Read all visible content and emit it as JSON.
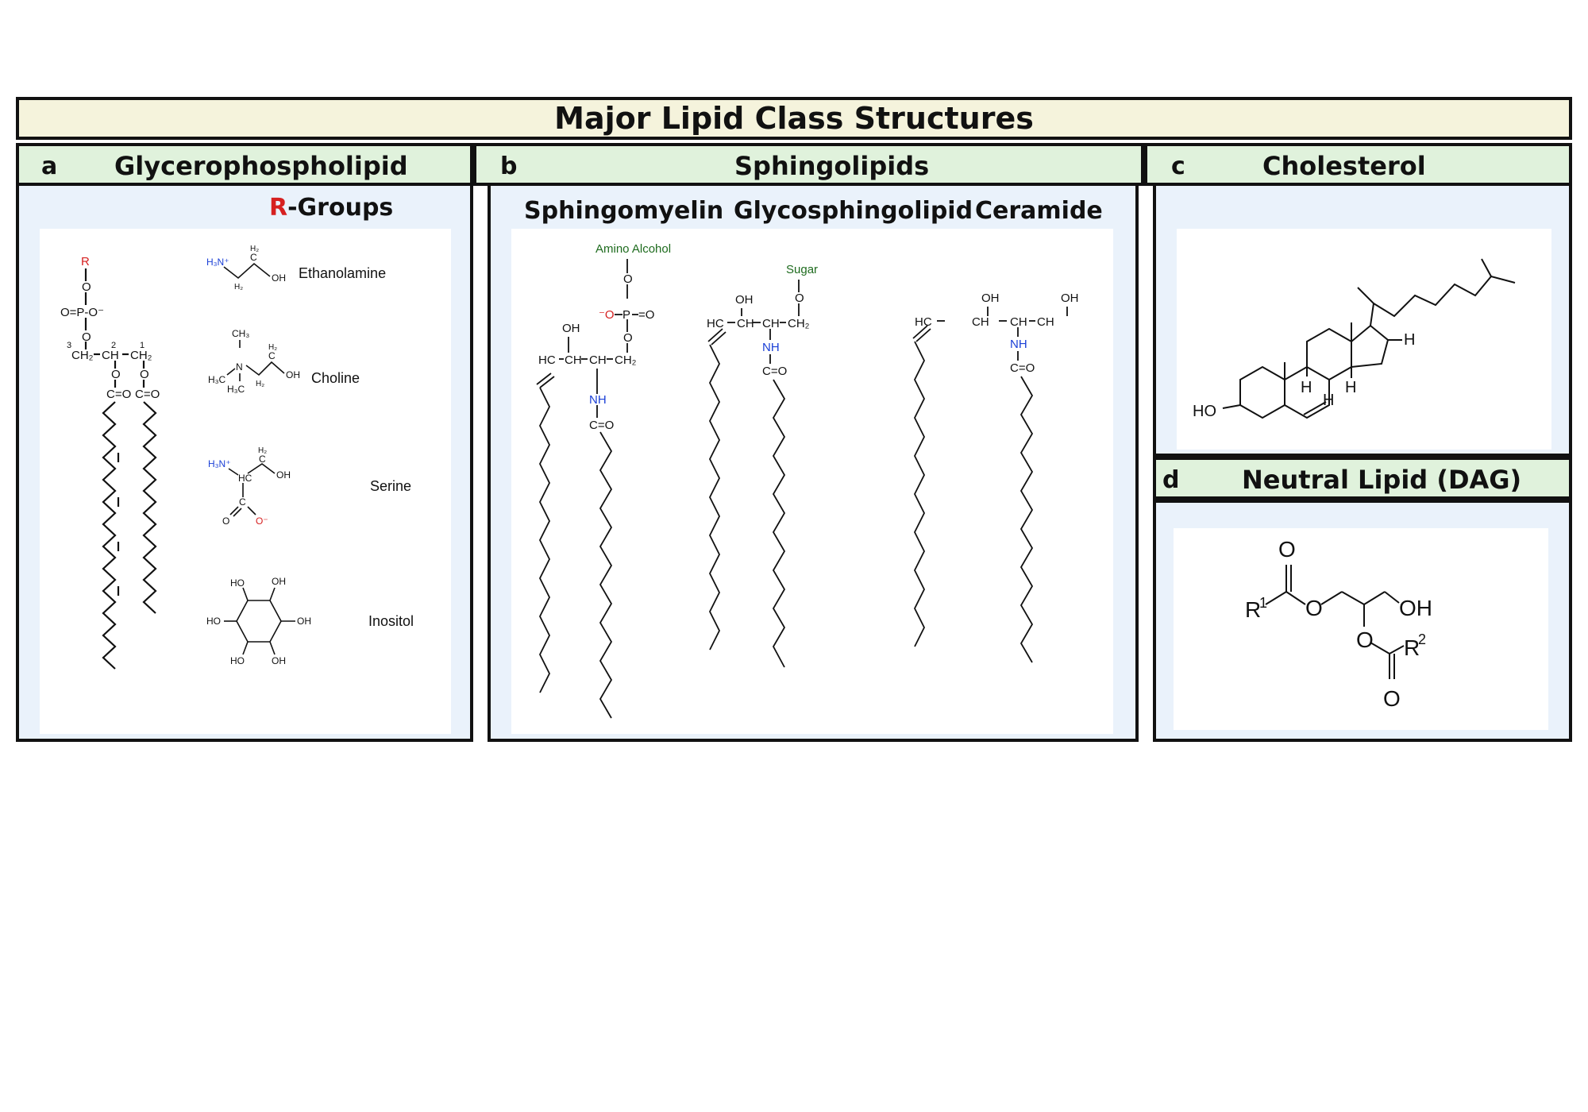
{
  "title": "Major Lipid Class Structures",
  "panels": {
    "a": {
      "letter": "a",
      "name": "Glycerophospholipid",
      "rgroups_r": "R",
      "rgroups_rest": "-Groups",
      "structure": {
        "r": "R",
        "o1": "O",
        "phosphate": "O=P-O⁻",
        "o2": "O",
        "n3": "3",
        "n2": "2",
        "n1": "1",
        "ch2a": "CH₂",
        "ch": "CH",
        "ch2b": "CH₂",
        "o3": "O",
        "o4": "O",
        "co1": "C=O",
        "co2": "C=O"
      },
      "rgroups": [
        {
          "name": "Ethanolamine",
          "formula": [
            "H₃N⁺",
            "H₂",
            "C",
            "H₂",
            "OH"
          ]
        },
        {
          "name": "Choline",
          "formula": [
            "CH₃",
            "H₃C",
            "N",
            "H₃C",
            "H₂",
            "C",
            "H₂",
            "OH"
          ]
        },
        {
          "name": "Serine",
          "formula": [
            "H₃N⁺",
            "HC",
            "H₂",
            "C",
            "OH",
            "C",
            "O",
            "O⁻"
          ]
        },
        {
          "name": "Inositol",
          "formula": [
            "HO",
            "OH",
            "HO",
            "OH",
            "HO",
            "OH"
          ]
        }
      ]
    },
    "b": {
      "letter": "b",
      "name": "Sphingolipids",
      "subtitles": [
        "Sphingomyelin",
        "Glycosphingolipid",
        "Ceramide"
      ],
      "sm": {
        "head": "Amino Alcohol",
        "o1": "O",
        "o_minus": "⁻O",
        "p": "P",
        "eq_o": "=O",
        "o2": "O",
        "oh": "OH",
        "hc": "HC",
        "ch": "CH",
        "ch2": "CH₂",
        "nh": "NH",
        "co": "C=O"
      },
      "gs": {
        "head": "Sugar",
        "o1": "O",
        "oh": "OH",
        "hc": "HC",
        "ch": "CH",
        "ch2": "CH₂",
        "nh": "NH",
        "co": "C=O"
      },
      "cer": {
        "oh1": "OH",
        "oh2": "OH",
        "hc": "HC",
        "ch": "CH",
        "ch2": "CH",
        "nh": "NH",
        "co": "C=O"
      }
    },
    "c": {
      "letter": "c",
      "name": "Cholesterol",
      "labels": {
        "ho": "HO",
        "h1": "H",
        "h2": "H",
        "h3": "H",
        "h4": "H"
      }
    },
    "d": {
      "letter": "d",
      "name": "Neutral Lipid (DAG)",
      "labels": {
        "o_top": "O",
        "r1": "R",
        "r1_sup": "1",
        "o_ester1": "O",
        "oh": "OH",
        "o_ester2": "O",
        "r2": "R",
        "r2_sup": "2",
        "o_bottom": "O"
      }
    }
  },
  "colors": {
    "title_bg": "#f5f3dc",
    "header_bg": "#e0f2dc",
    "panel_bg": "#eaf2fb",
    "r_red": "#d62020",
    "nh_blue": "#1a3fd6",
    "head_green": "#1e6b1e"
  }
}
